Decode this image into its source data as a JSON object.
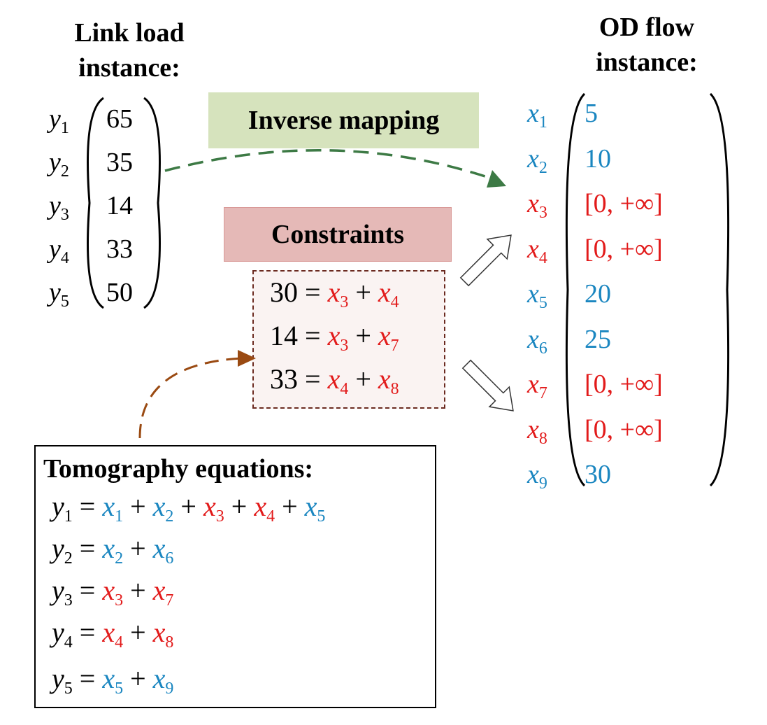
{
  "link_title": [
    "Link load",
    "instance:"
  ],
  "od_title": [
    "OD flow",
    "instance:"
  ],
  "inverse_label": "Inverse mapping",
  "constraints_label": "Constraints",
  "tomo_title": "Tomography equations:",
  "link_vars": [
    {
      "sym": "y",
      "sub": "1",
      "val": "65"
    },
    {
      "sym": "y",
      "sub": "2",
      "val": "35"
    },
    {
      "sym": "y",
      "sub": "3",
      "val": "14"
    },
    {
      "sym": "y",
      "sub": "4",
      "val": "33"
    },
    {
      "sym": "y",
      "sub": "5",
      "val": "50"
    }
  ],
  "od_vars": [
    {
      "sym": "x",
      "sub": "1",
      "val": "5",
      "color": "blue"
    },
    {
      "sym": "x",
      "sub": "2",
      "val": "10",
      "color": "blue"
    },
    {
      "sym": "x",
      "sub": "3",
      "val": "[0, +∞]",
      "color": "red"
    },
    {
      "sym": "x",
      "sub": "4",
      "val": "[0, +∞]",
      "color": "red"
    },
    {
      "sym": "x",
      "sub": "5",
      "val": "20",
      "color": "blue"
    },
    {
      "sym": "x",
      "sub": "6",
      "val": "25",
      "color": "blue"
    },
    {
      "sym": "x",
      "sub": "7",
      "val": "[0, +∞]",
      "color": "red"
    },
    {
      "sym": "x",
      "sub": "8",
      "val": "[0, +∞]",
      "color": "red"
    },
    {
      "sym": "x",
      "sub": "9",
      "val": "30",
      "color": "blue"
    }
  ],
  "constraint_eqs": [
    {
      "lhs": "30",
      "terms": [
        {
          "sub": "3",
          "color": "red"
        },
        {
          "sub": "4",
          "color": "red"
        }
      ]
    },
    {
      "lhs": "14",
      "terms": [
        {
          "sub": "3",
          "color": "red"
        },
        {
          "sub": "7",
          "color": "red"
        }
      ]
    },
    {
      "lhs": "33",
      "terms": [
        {
          "sub": "4",
          "color": "red"
        },
        {
          "sub": "8",
          "color": "red"
        }
      ]
    }
  ],
  "tomo_eqs": [
    {
      "lhs_sub": "1",
      "terms": [
        {
          "sub": "1",
          "color": "blue"
        },
        {
          "sub": "2",
          "color": "blue"
        },
        {
          "sub": "3",
          "color": "red"
        },
        {
          "sub": "4",
          "color": "red"
        },
        {
          "sub": "5",
          "color": "blue"
        }
      ]
    },
    {
      "lhs_sub": "2",
      "terms": [
        {
          "sub": "2",
          "color": "blue"
        },
        {
          "sub": "6",
          "color": "blue"
        }
      ]
    },
    {
      "lhs_sub": "3",
      "terms": [
        {
          "sub": "3",
          "color": "red"
        },
        {
          "sub": "7",
          "color": "red"
        }
      ]
    },
    {
      "lhs_sub": "4",
      "terms": [
        {
          "sub": "4",
          "color": "red"
        },
        {
          "sub": "8",
          "color": "red"
        }
      ]
    },
    {
      "lhs_sub": "5",
      "terms": [
        {
          "sub": "5",
          "color": "blue"
        },
        {
          "sub": "9",
          "color": "blue"
        }
      ]
    }
  ],
  "colors": {
    "blue": "#1a86c0",
    "red": "#e21b1b",
    "green_arrow": "#3d7a45",
    "brown_arrow": "#9a4a12"
  }
}
